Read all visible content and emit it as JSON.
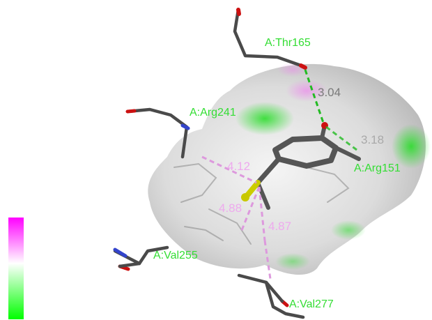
{
  "residues": [
    {
      "id": "thr165",
      "label": "A:Thr165"
    },
    {
      "id": "arg241",
      "label": "A:Arg241"
    },
    {
      "id": "arg151",
      "label": "A:Arg151"
    },
    {
      "id": "val255",
      "label": "A:Val255"
    },
    {
      "id": "val277",
      "label": "A:Val277"
    }
  ],
  "distances": [
    {
      "id": "thr165-hbond",
      "value": "3.04",
      "type": "hydrogen-bond"
    },
    {
      "id": "arg151-hbond",
      "value": "3.18",
      "type": "hydrogen-bond"
    },
    {
      "id": "arg241-contact",
      "value": "4.12",
      "type": "hydrophobic"
    },
    {
      "id": "val255-contact",
      "value": "4.88",
      "type": "hydrophobic"
    },
    {
      "id": "val277-contact",
      "value": "4.87",
      "type": "hydrophobic"
    }
  ],
  "colors": {
    "residue_label": "#33dd33",
    "hbond_label": "#7a7a7a",
    "hbond_line": "#22bb22",
    "hydrophobic_label": "#eeaaee",
    "hydrophobic_line": "#dd99dd",
    "bond_carbon": "#4a4a4a",
    "oxygen": "#cc1111",
    "nitrogen": "#3344cc",
    "sulfur": "#cccc00",
    "legend_top": "#ff00ff",
    "legend_mid": "#ffffff",
    "legend_bottom": "#00ff00"
  },
  "legend": {
    "type": "gradient-bar",
    "scale": "surface-polarity"
  }
}
